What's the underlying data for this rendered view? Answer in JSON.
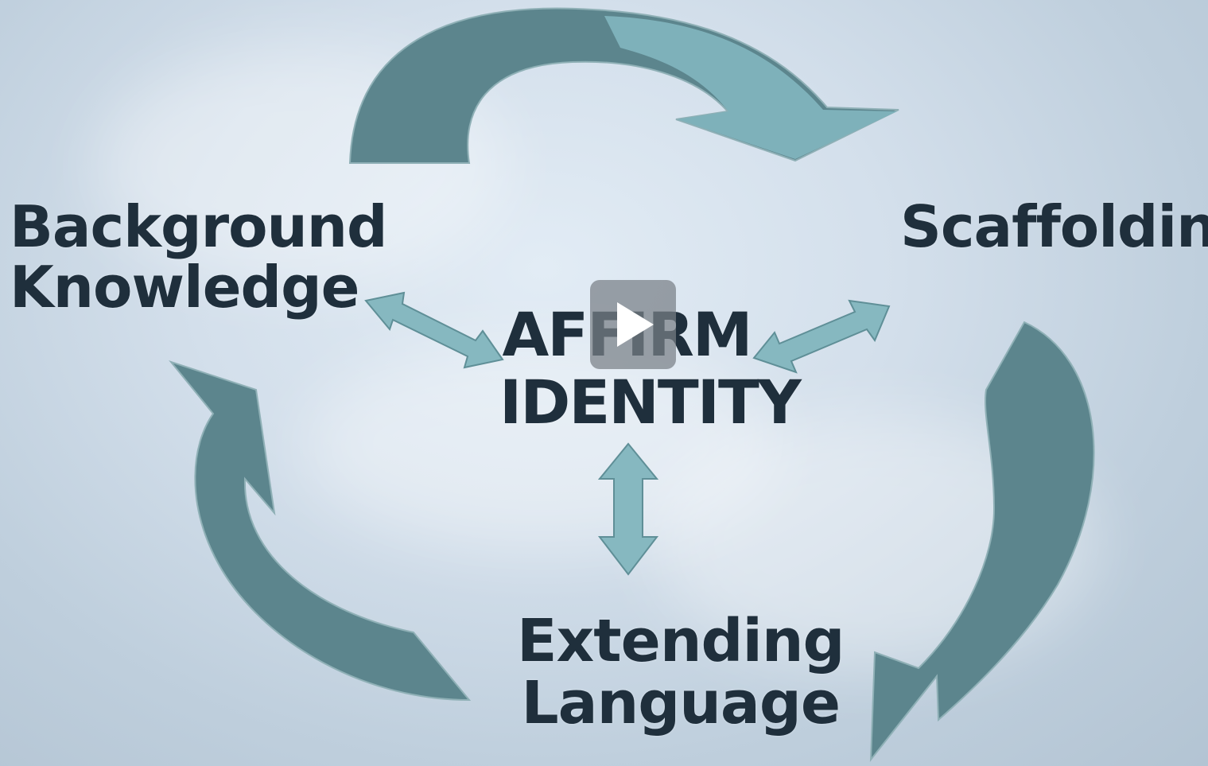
{
  "diagram": {
    "center": "AFFIRM\nIDENTITY",
    "nodes": {
      "background_knowledge": "Background\nKnowledge",
      "scaffolding": "Scaffolding",
      "extending_language": "Extending\nLanguage"
    }
  },
  "video": {
    "play_icon": "play-icon"
  },
  "colors": {
    "curved_arrow_dark": "#5c858d",
    "curved_arrow_light": "#7eb1ba",
    "double_arrow": "#86b8c0",
    "text": "#1f2f3c",
    "background": "#d3dfeb"
  }
}
